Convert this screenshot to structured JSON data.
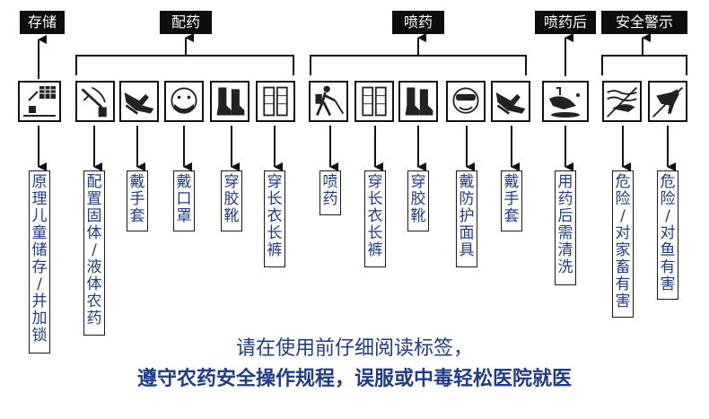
{
  "headers": {
    "storage": "存储",
    "mixing": "配药",
    "spraying": "喷药",
    "after_spraying": "喷药后",
    "safety_warning": "安全警示"
  },
  "labels": {
    "storage": [
      "原",
      "理",
      "儿",
      "童",
      "储",
      "存",
      "/",
      "并",
      "加",
      "锁"
    ],
    "mix_solid_liquid": [
      "配",
      "置",
      "固",
      "体",
      "/",
      "液",
      "体",
      "农",
      "药"
    ],
    "mix_gloves": [
      "戴",
      "手",
      "套"
    ],
    "mix_mask": [
      "戴",
      "口",
      "罩"
    ],
    "mix_boots": [
      "穿",
      "胶",
      "靴"
    ],
    "mix_clothes": [
      "穿",
      "长",
      "衣",
      "长",
      "裤"
    ],
    "spray": [
      "喷",
      "药"
    ],
    "spray_clothes": [
      "穿",
      "长",
      "衣",
      "长",
      "裤"
    ],
    "spray_boots": [
      "穿",
      "胶",
      "靴"
    ],
    "spray_face": [
      "戴",
      "防",
      "护",
      "面",
      "具"
    ],
    "spray_gloves": [
      "戴",
      "手",
      "套"
    ],
    "after_wash": [
      "用",
      "药",
      "后",
      "需",
      "清",
      "洗"
    ],
    "danger_livestock": [
      "危",
      "险",
      "/",
      "对",
      "家",
      "畜",
      "有",
      "害"
    ],
    "danger_fish": [
      "危",
      "险",
      "/",
      "对",
      "鱼",
      "有",
      "害"
    ]
  },
  "footer": {
    "line1": "请在使用前仔细阅读标签，",
    "line2": "遵守农药安全操作规程，误服或中毒轻松医院就医"
  },
  "icons": {
    "storage": "locked-storage-icon",
    "mixing": [
      "pesticide-mixing-icon",
      "gloves-icon",
      "face-mask-icon",
      "boots-icon",
      "protective-clothing-icon"
    ],
    "spraying": [
      "sprayer-person-icon",
      "protective-clothing-icon",
      "boots-icon",
      "face-shield-icon",
      "gloves-icon"
    ],
    "after_spraying": "hand-washing-icon",
    "safety_warning": [
      "no-livestock-icon",
      "no-fish-icon"
    ]
  },
  "colors": {
    "header_bg": "#0d0d0d",
    "label_text": "#1f3c88",
    "line": "#111111"
  }
}
